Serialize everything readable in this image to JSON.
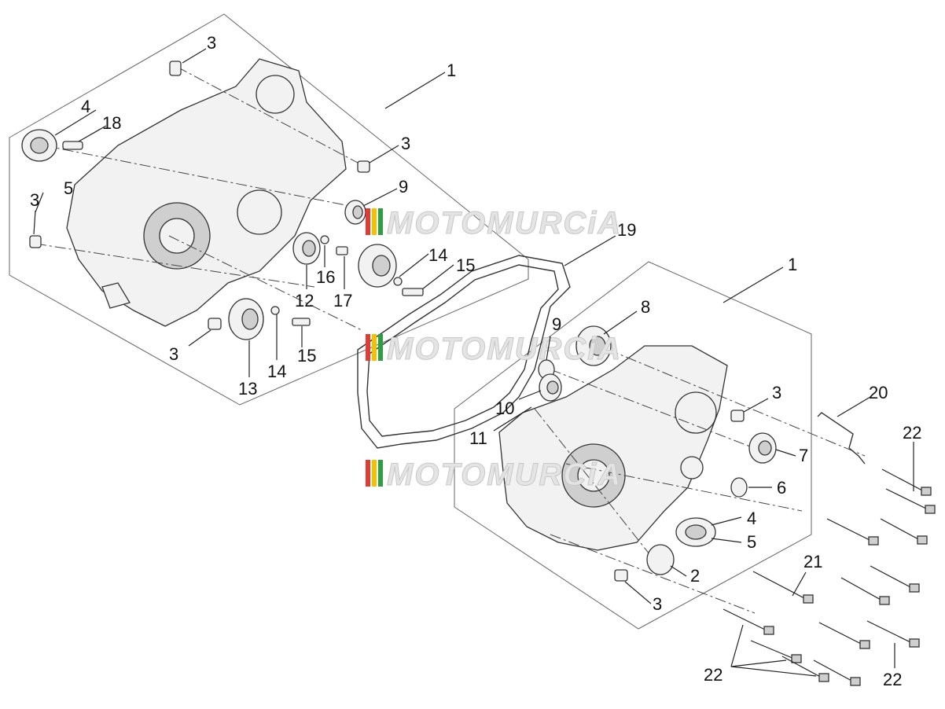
{
  "watermark": {
    "text": "MOTOMURCiA",
    "colors": [
      "#e53935",
      "#f2c200",
      "#2e9e44"
    ]
  },
  "labels": {
    "l1a": "1",
    "l1b": "1",
    "l2": "2",
    "l3a": "3",
    "l3b": "3",
    "l3c": "3",
    "l3d": "3",
    "l3e": "3",
    "l3f": "3",
    "l4a": "4",
    "l4b": "4",
    "l5a": "5",
    "l5b": "5",
    "l6": "6",
    "l7": "7",
    "l8": "8",
    "l9a": "9",
    "l9b": "9",
    "l10": "10",
    "l11": "11",
    "l12": "12",
    "l13": "13",
    "l14a": "14",
    "l14b": "14",
    "l15a": "15",
    "l15b": "15",
    "l16": "16",
    "l17": "17",
    "l18": "18",
    "l19": "19",
    "l20": "20",
    "l21": "21",
    "l22a": "22",
    "l22b": "22",
    "l22c": "22"
  }
}
